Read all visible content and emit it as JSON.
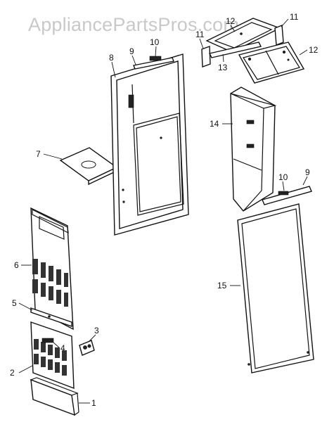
{
  "watermark": "AppliancePartsPros.com",
  "callouts": {
    "p1": "1",
    "p2": "2",
    "p3": "3",
    "p4": "4",
    "p5": "5",
    "p6": "6",
    "p7": "7",
    "p8": "8",
    "p9_top": "9",
    "p9_right": "9",
    "p10_top": "10",
    "p10_right": "10",
    "p11_left": "11",
    "p11_right": "11",
    "p12_top": "12",
    "p12_right": "12",
    "p13": "13",
    "p14": "14",
    "p15": "15"
  }
}
